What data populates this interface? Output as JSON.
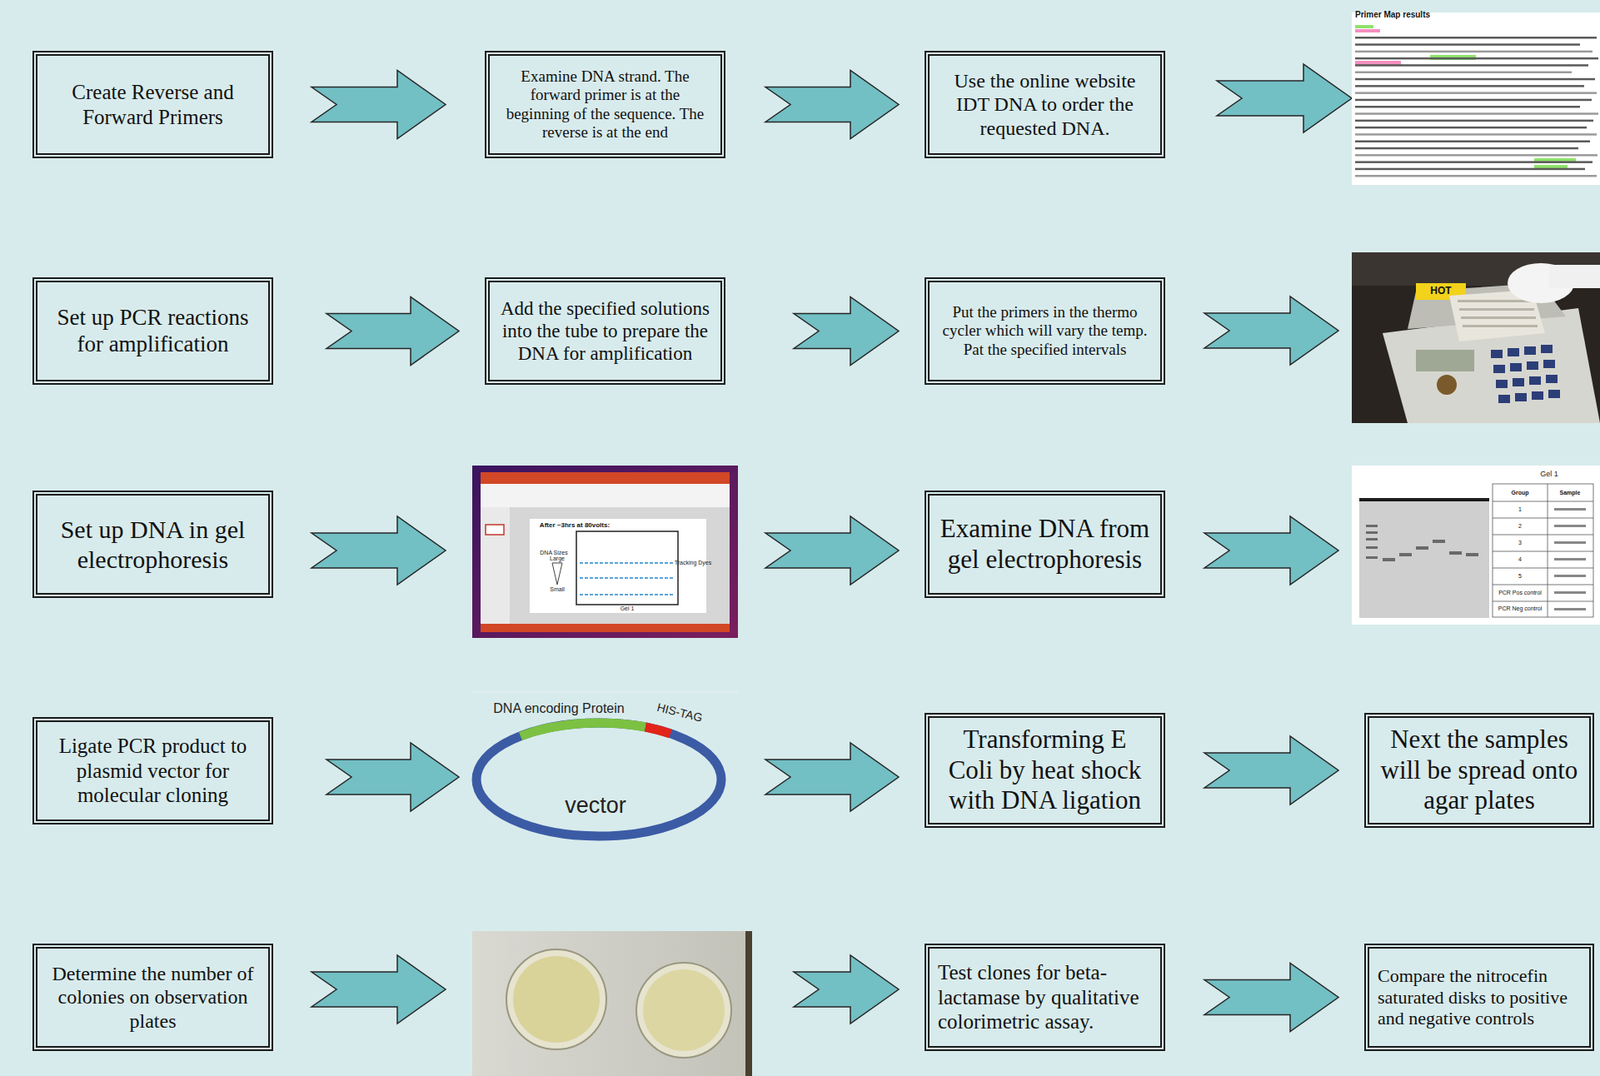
{
  "diagram": {
    "nodes": [
      {
        "text": [
          "Create Reverse and Forward Primers"
        ]
      },
      {
        "text": [
          "Examine DNA strand. The forward primer is at the beginning of the sequence. The reverse is at the end"
        ]
      },
      {
        "text": [
          "Use the online website IDT DNA to order the requested DNA."
        ]
      },
      {
        "text": [
          "Set up PCR reactions for amplification"
        ]
      },
      {
        "text": [
          "Add the specified solutions into the tube to prepare the DNA for amplification"
        ]
      },
      {
        "text": [
          "Put the primers in the thermo cycler which will vary the temp. Pat the specified intervals"
        ]
      },
      {
        "text": [
          "Set up DNA in gel electrophoresis"
        ]
      },
      {
        "text": [
          "Examine DNA from gel electrophoresis"
        ]
      },
      {
        "text": [
          "Ligate PCR product to plasmid vector for molecular cloning"
        ]
      },
      {
        "text": [
          "Transforming E Coli by heat shock with DNA ligation"
        ]
      },
      {
        "text": [
          "Next the samples will be spread onto agar plates"
        ]
      },
      {
        "text": [
          "Determine the number of colonies on observation plates"
        ]
      },
      {
        "text": [
          "Test clones for beta-lactamase by qualitative colorimetric assay."
        ]
      },
      {
        "text": [
          "Compare the nitrocefin saturated disks to positive and negative controls"
        ]
      }
    ],
    "edges": [
      {
        "from": 0,
        "to": 1,
        "arrow": "to"
      },
      {
        "from": 1,
        "to": 2,
        "arrow": "to"
      },
      {
        "from": 3,
        "to": 4,
        "arrow": "to"
      },
      {
        "from": 4,
        "to": 5,
        "arrow": "to"
      },
      {
        "from": 9,
        "to": 10,
        "arrow": "to"
      },
      {
        "from": 12,
        "to": 13,
        "arrow": "to"
      }
    ],
    "labels": [
      "Primer Map results",
      "HOT",
      "After ~3hrs at 80volts:",
      "DNA Sizes",
      "Large",
      "Small",
      "Tracking Dyes",
      "Gel 1",
      "Gel 1",
      "Group",
      "Sample",
      "1",
      "2",
      "3",
      "4",
      "5",
      "PCR Pos control",
      "PCR Neg control",
      "DNA encoding Protein",
      "HIS-TAG",
      "vector"
    ]
  }
}
